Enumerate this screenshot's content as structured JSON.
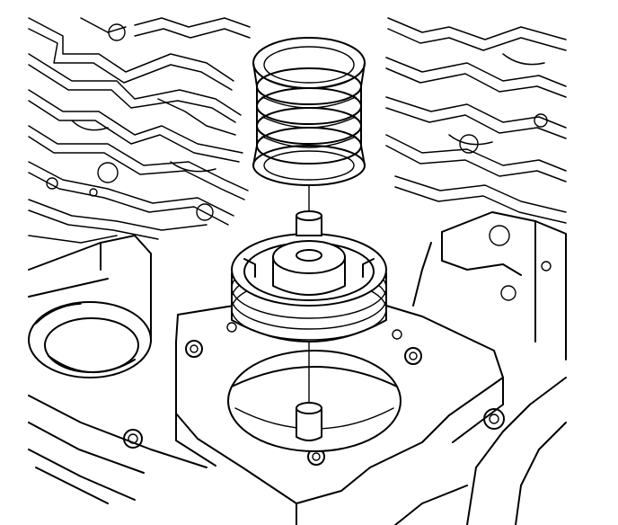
{
  "figure": {
    "background_color": "#ffffff",
    "line_color": "#000000"
  },
  "parts": [
    {
      "id": "coil-spring",
      "coil_count": 7
    },
    {
      "id": "accumulator-piston",
      "seal_ring_count": 3
    },
    {
      "id": "piston-bore"
    },
    {
      "id": "bore-pin"
    },
    {
      "id": "valve-body-casting"
    },
    {
      "id": "round-bore-left"
    }
  ]
}
